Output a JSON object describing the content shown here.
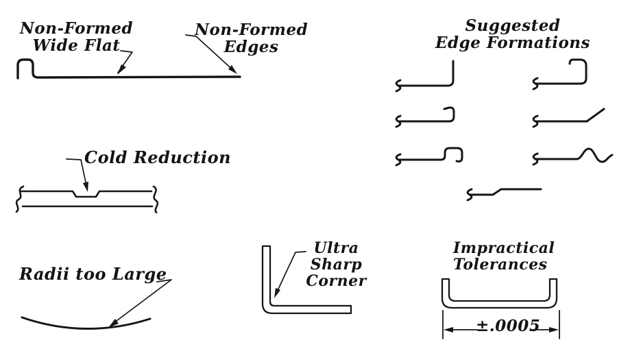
{
  "figure": {
    "background": "#ffffff",
    "ink": "#161616",
    "style": "hand-drawn engineering sketch"
  },
  "callouts": {
    "non_formed_wide_flat": {
      "line1": "Non-Formed",
      "line2": "Wide Flat"
    },
    "non_formed_edges": {
      "line1": "Non-Formed",
      "line2": "Edges"
    },
    "cold_reduction": {
      "label": "Cold Reduction"
    },
    "radii_too_large": {
      "label": "Radii too Large"
    },
    "ultra_sharp_corner": {
      "line1": "Ultra",
      "line2": "Sharp",
      "line3": "Corner"
    },
    "impractical_tolerances": {
      "line1": "Impractical",
      "line2": "Tolerances",
      "dimension": "±.0005"
    }
  },
  "edge_formations": {
    "title_line1": "Suggested",
    "title_line2": "Edge Formations",
    "items": [
      {
        "name": "vertical-flange"
      },
      {
        "name": "flange-with-return-hem"
      },
      {
        "name": "flange-with-lip"
      },
      {
        "name": "angled-flange"
      },
      {
        "name": "raised-loop-stiffener"
      },
      {
        "name": "wave-curl"
      },
      {
        "name": "offset-joggle"
      }
    ]
  }
}
